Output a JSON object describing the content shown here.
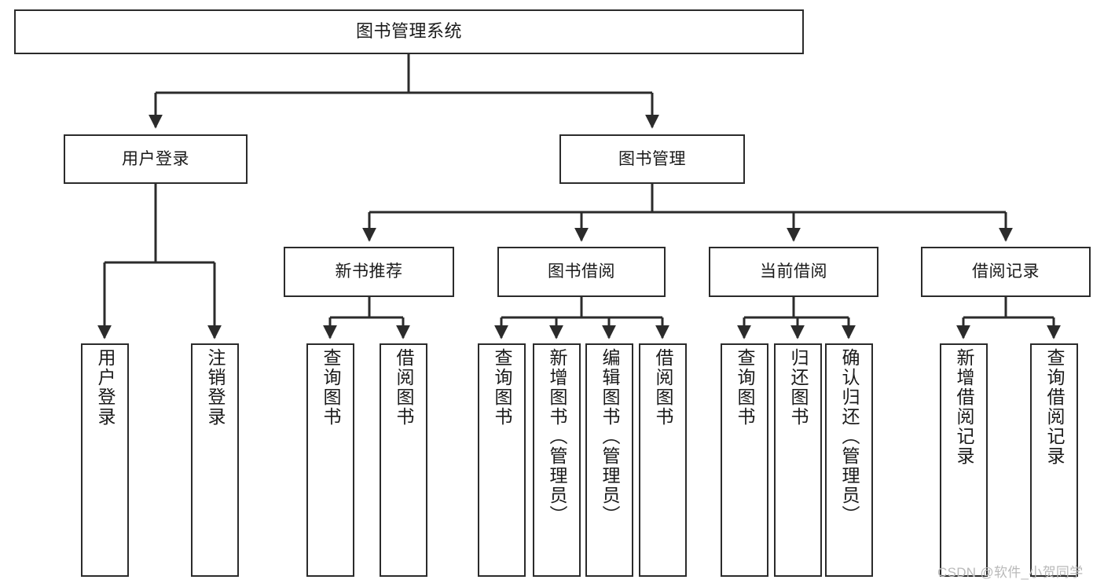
{
  "diagram": {
    "title": "图书管理系统",
    "type": "tree-hierarchy-diagram",
    "colors": {
      "box_border": "#2b2b2b",
      "box_fill": "#ffffff",
      "line": "#2b2b2b",
      "text": "#1a1a1a",
      "watermark": "#b9b9b9",
      "background": "#ffffff"
    },
    "root": {
      "label": "图书管理系统"
    },
    "level2": [
      {
        "label": "用户登录"
      },
      {
        "label": "图书管理"
      }
    ],
    "level3": [
      {
        "label": "新书推荐"
      },
      {
        "label": "图书借阅"
      },
      {
        "label": "当前借阅"
      },
      {
        "label": "借阅记录"
      }
    ],
    "leaves": {
      "user_login": [
        {
          "label": "用户登录"
        },
        {
          "label": "注销登录"
        }
      ],
      "new_book_recommend": [
        {
          "label": "查询图书"
        },
        {
          "label": "借阅图书"
        }
      ],
      "book_borrow": [
        {
          "label": "查询图书"
        },
        {
          "label": "新增图书（管理员）"
        },
        {
          "label": "编辑图书（管理员）"
        },
        {
          "label": "借阅图书"
        }
      ],
      "current_borrow": [
        {
          "label": "查询图书"
        },
        {
          "label": "归还图书"
        },
        {
          "label": "确认归还（管理员）"
        }
      ],
      "borrow_records": [
        {
          "label": "新增借阅记录"
        },
        {
          "label": "查询借阅记录"
        }
      ]
    },
    "watermark": "CSDN @软件_小贺同学"
  }
}
